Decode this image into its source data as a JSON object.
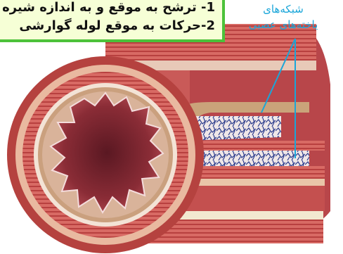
{
  "caption": {
    "line1": "1- ترشح به موقع و به اندازه شیره",
    "line2": "2-حرکات به موقع لوله گوارشی"
  },
  "label": {
    "line1": "شبکه‌های",
    "line2": "یاخته‌های عصبی"
  },
  "colors": {
    "caption_border": "#4cc23a",
    "caption_fill": "#f6ffd6",
    "label_text": "#1aa6d9",
    "pointer_lines": "#1aa6d9",
    "nerve_network": "#2a3a8c",
    "muscle": "#c94a4a",
    "mucosa": "#9b3a3e"
  }
}
